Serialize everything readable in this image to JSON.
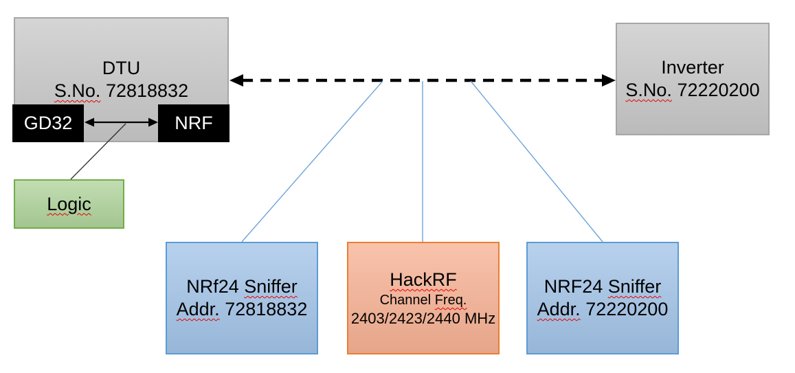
{
  "colors": {
    "box_gray_fill": "#C9C9C9",
    "box_gray_border": "#A6A6A6",
    "box_black_fill": "#000000",
    "box_green_fill": "#B0D49C",
    "box_green_border": "#70AD47",
    "box_blue_fill": "#A3C4E8",
    "box_blue_border": "#5B9BD5",
    "box_orange_fill": "#F7B294",
    "box_orange_border": "#ED7D31",
    "connector_blue": "#6FA4D8",
    "arrow_black": "#000000",
    "spellcheck_red": "#E60000"
  },
  "nodes": {
    "dtu": {
      "title": "DTU",
      "sno_label": "S.No.",
      "serial": "72818832"
    },
    "gd32": {
      "label": "GD32"
    },
    "nrf": {
      "label": "NRF"
    },
    "logic": {
      "label": "Logic"
    },
    "inverter": {
      "title": "Inverter",
      "sno_label": "S.No.",
      "serial": "72220200"
    },
    "sniffer_left": {
      "model": "NRf24",
      "role": "Sniffer",
      "addr_label": "Addr.",
      "address": "72818832"
    },
    "hackrf": {
      "title": "HackRF",
      "subtitle_word1": "Channel",
      "subtitle_word2": "Freq.",
      "frequencies": "2403/2423/2440 MHz"
    },
    "sniffer_right": {
      "model": "NRF24",
      "role": "Sniffer",
      "addr_label": "Addr.",
      "address": "72220200"
    }
  }
}
